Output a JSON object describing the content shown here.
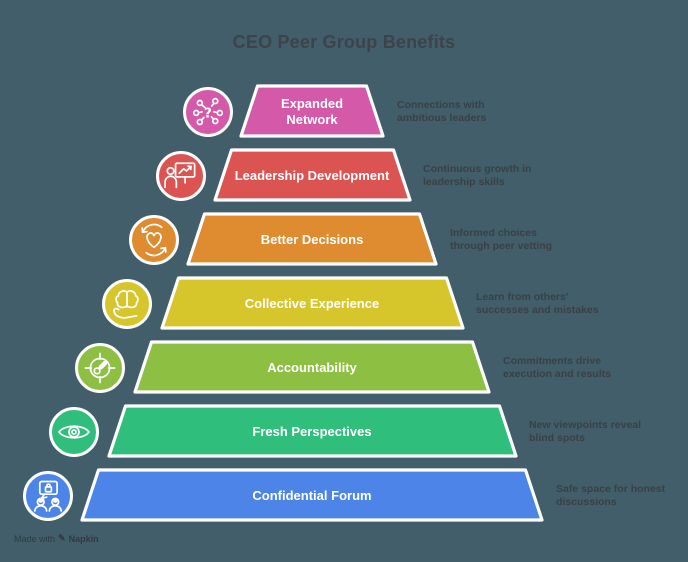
{
  "title": "CEO Peer Group Benefits",
  "background_color": "#425E6A",
  "title_color": "#3C434B",
  "description_color": "#394046",
  "outline_color": "#ffffff",
  "levels": [
    {
      "label": "Expanded Network",
      "description": "Connections with ambitious leaders",
      "color": "#D459A8",
      "icon": "network-question-icon"
    },
    {
      "label": "Leadership Development",
      "description": "Continuous growth in leadership skills",
      "color": "#DC5452",
      "icon": "presenter-chart-icon"
    },
    {
      "label": "Better Decisions",
      "description": "Informed choices through peer vetting",
      "color": "#DF8B30",
      "icon": "heart-refresh-icon"
    },
    {
      "label": "Collective Experience",
      "description": "Learn from others' successes and mistakes",
      "color": "#D7C62B",
      "icon": "brain-hand-icon"
    },
    {
      "label": "Accountability",
      "description": "Commitments drive execution and results",
      "color": "#8DBF42",
      "icon": "gauge-icon"
    },
    {
      "label": "Fresh Perspectives",
      "description": "New viewpoints reveal blind spots",
      "color": "#2FBE7B",
      "icon": "eye-icon"
    },
    {
      "label": "Confidential Forum",
      "description": "Safe space for honest discussions",
      "color": "#4C85E7",
      "icon": "secure-chat-icon"
    }
  ],
  "watermark": {
    "prefix": "Made with",
    "pen": "✎",
    "brand": "Napkin"
  }
}
